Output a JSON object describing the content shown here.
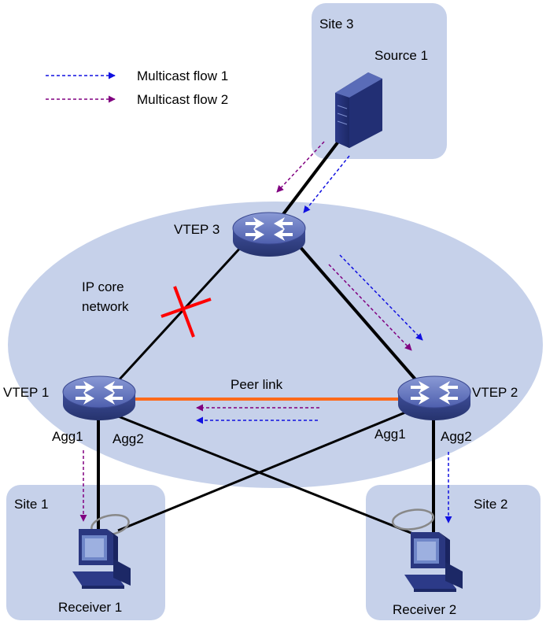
{
  "legend": {
    "flow1": "Multicast flow 1",
    "flow2": "Multicast flow 2"
  },
  "sites": {
    "site1": "Site 1",
    "site2": "Site 2",
    "site3": "Site 3"
  },
  "devices": {
    "source1": "Source 1",
    "vtep1": "VTEP 1",
    "vtep2": "VTEP 2",
    "vtep3": "VTEP 3",
    "receiver1": "Receiver 1",
    "receiver2": "Receiver 2"
  },
  "network": {
    "core_line1": "IP core",
    "core_line2": "network",
    "peer_link": "Peer link"
  },
  "ports": {
    "vtep1_agg1": "Agg1",
    "vtep1_agg2": "Agg2",
    "vtep2_agg1": "Agg1",
    "vtep2_agg2": "Agg2"
  },
  "colors": {
    "flow1": "#1010e0",
    "flow2": "#800080",
    "peer_link": "#ff6a1a",
    "failure": "#ff0000",
    "site_fill": "#c6d1ea",
    "core_fill": "#c6d1ea"
  },
  "icons": {
    "vtep": "switch-icon",
    "source": "server-icon",
    "receiver": "pc-icon"
  }
}
